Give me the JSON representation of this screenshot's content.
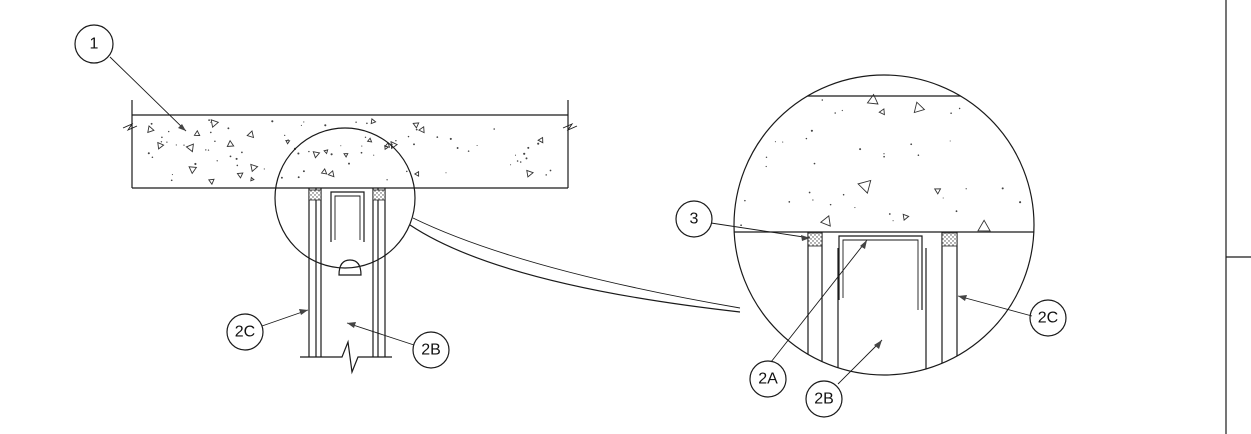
{
  "callouts": {
    "c1": "1",
    "c2c_left": "2C",
    "c2b_left": "2B",
    "c3": "3",
    "c2c_right": "2C",
    "c2a": "2A",
    "c2b_right": "2B"
  }
}
